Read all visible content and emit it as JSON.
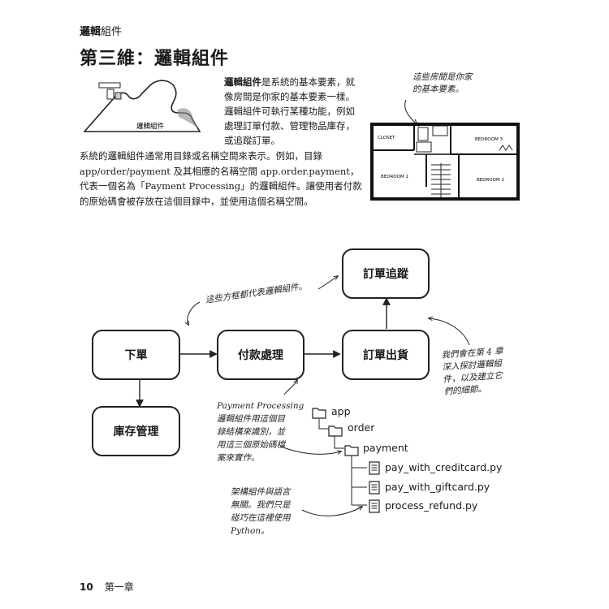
{
  "header": {
    "bold": "邏輯",
    "rest": "組件"
  },
  "title": "第三維：邏輯組件",
  "intro": {
    "bold": "邏輯組件",
    "text": "是系統的基本要素，就像房間是你家的基本要素一樣。邏輯組件可執行某種功能，例如處理訂單付款、管理物品庫存，或追蹤訂單。"
  },
  "puzzle_label": "邏輯組件",
  "house_note": [
    "這些房間是你家",
    "的基本要素。"
  ],
  "floorplan": {
    "closet": "CLOSET",
    "bedroom1": "BEDROOM 1",
    "bedroom2": "BEDROOM 2",
    "bedroom3": "BEDROOM 3"
  },
  "paragraph": "系統的邏輯組件通常用目錄或名稱空間來表示。例如，目錄 app/order/payment 及其相應的名稱空間 app.order.payment，代表一個名為「Payment Processing」的邏輯組件。讓使用者付款的原始碼會被存放在這個目錄中，並使用這個名稱空間。",
  "diagram": {
    "boxes": {
      "place_order": "下單",
      "payment": "付款處理",
      "shipping": "訂單出貨",
      "tracking": "訂單追蹤",
      "inventory": "庫存管理"
    },
    "note_boxes": "這些方框都代表邏輯組件。",
    "note_chapter4": [
      "我們會在第 4 章",
      "深入探討邏輯組",
      "件，以及建立它",
      "們的細節。"
    ],
    "note_payment": [
      "Payment Processing",
      "邏輯組件用這個目",
      "錄結構來識別，並",
      "用這三個原始碼檔",
      "案來實作。"
    ],
    "note_python": [
      "架構組件與語言",
      "無關。我們只是",
      "碰巧在這裡使用",
      "Python。"
    ]
  },
  "tree": {
    "app": "app",
    "order": "order",
    "payment": "payment",
    "files": [
      "pay_with_creditcard.py",
      "pay_with_giftcard.py",
      "process_refund.py"
    ]
  },
  "footer": {
    "page": "10",
    "chapter": "第一章"
  }
}
